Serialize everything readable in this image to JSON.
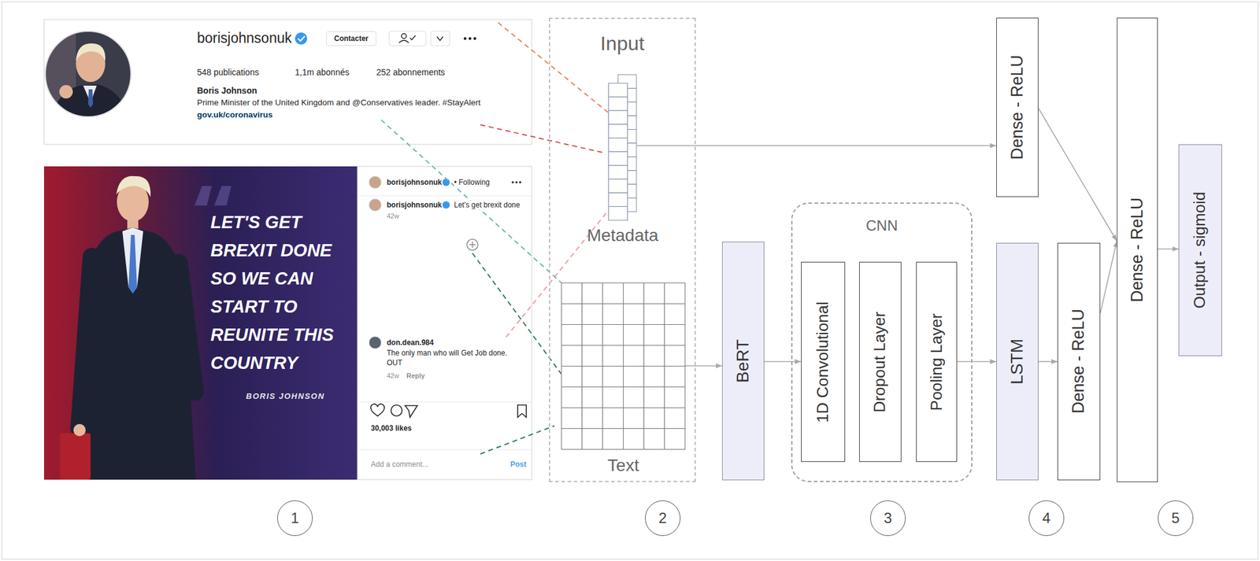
{
  "diagram": {
    "nodes": [
      {
        "text": [
          "Input"
        ]
      },
      {
        "text": [
          "Metadata"
        ],
        "in": 0
      },
      {
        "text": [
          "Text"
        ],
        "in": 0
      },
      {
        "text": [
          "BeRT"
        ]
      },
      {
        "text": [
          "CNN"
        ]
      },
      {
        "text": [
          "1D Convolutional"
        ],
        "in": 4
      },
      {
        "text": [
          "Dropout Layer"
        ],
        "in": 4
      },
      {
        "text": [
          "Pooling Layer"
        ],
        "in": 4
      },
      {
        "text": [
          "LSTM"
        ]
      },
      {
        "text": [
          "Dense - ReLU"
        ]
      },
      {
        "text": [
          "Dense - ReLU"
        ]
      },
      {
        "text": [
          "Dense - ReLU"
        ]
      },
      {
        "text": [
          "Output - sigmoid"
        ]
      }
    ],
    "edges": [
      {
        "from": 1,
        "to": 9,
        "arrow": "to"
      },
      {
        "from": 2,
        "to": 3,
        "arrow": "to"
      },
      {
        "from": 3,
        "to": 5,
        "arrow": "to"
      },
      {
        "from": 7,
        "to": 8,
        "arrow": "to"
      },
      {
        "from": 8,
        "to": 10,
        "arrow": "to"
      },
      {
        "from": 9,
        "to": 11,
        "arrow": "to"
      },
      {
        "from": 10,
        "to": 11,
        "arrow": "to"
      },
      {
        "from": 11,
        "to": 12,
        "arrow": "to"
      }
    ],
    "labels": [
      "borisjohnsonuk",
      "Contacter",
      "548 publications",
      "1,1m abonnés",
      "252 abonnements",
      "Boris Johnson",
      "Prime Minister of the United Kingdom and @Conservatives leader. #StayAlert",
      "gov.uk/coronavirus",
      "LET'S GET BREXIT DONE SO WE CAN START TO REUNITE THIS COUNTRY",
      "BORIS JOHNSON",
      "borisjohnsonuk",
      "• Following",
      "borisjohnsonuk",
      "Let's get brexit done",
      "42w",
      "don.dean.984",
      "The only man who will Get Job done. OUT",
      "42w",
      "Reply",
      "30,003 likes",
      "Add a comment...",
      "Post",
      "1",
      "2",
      "3",
      "4",
      "5"
    ]
  }
}
